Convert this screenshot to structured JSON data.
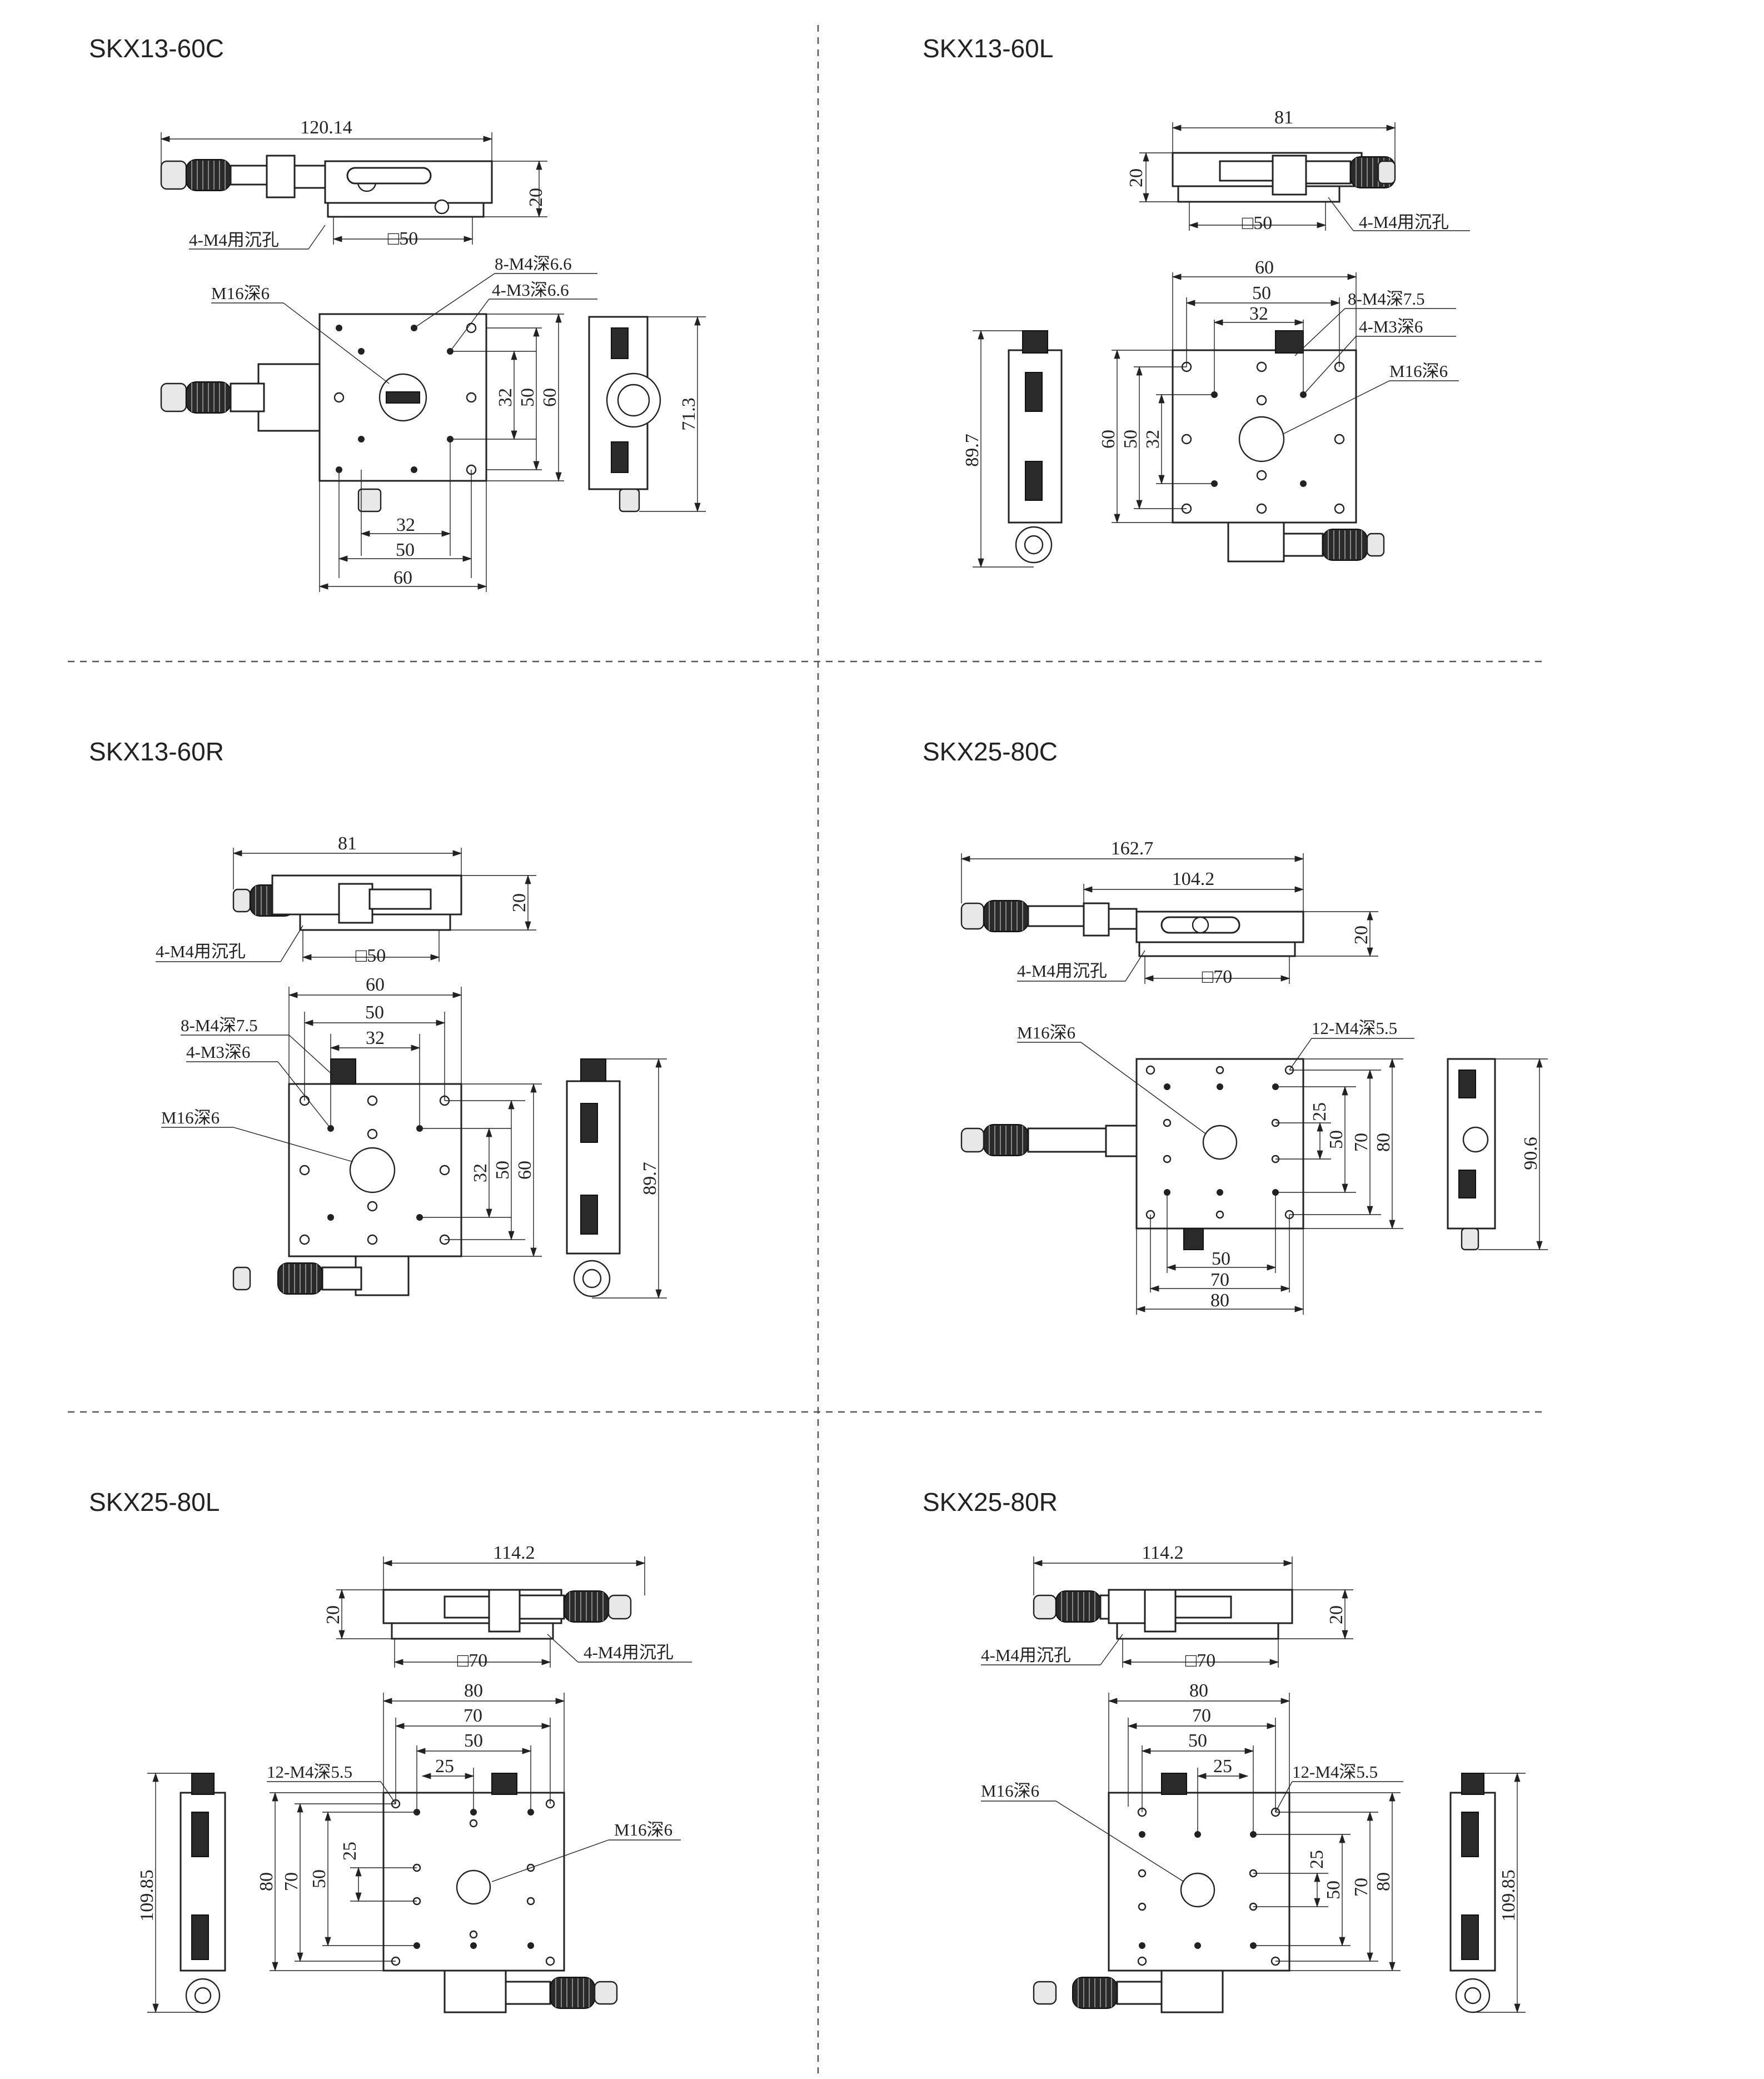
{
  "panels": [
    {
      "title": "SKX13-60C",
      "labels": {
        "overall_width": "120.14",
        "height": "20",
        "mount": "4-M4用沉孔",
        "base": "□50",
        "holes_m4": "8-M4深6.6",
        "holes_m3": "4-M3深6.6",
        "center_hole": "M16深6",
        "h32": "32",
        "h50": "50",
        "h60": "60",
        "w32": "32",
        "w50": "50",
        "w60": "60",
        "side_height": "71.3"
      }
    },
    {
      "title": "SKX13-60L",
      "labels": {
        "overall_width": "81",
        "height": "20",
        "base": "□50",
        "mount": "4-M4用沉孔",
        "w60": "60",
        "w50": "50",
        "w32": "32",
        "holes_m4": "8-M4深7.5",
        "holes_m3": "4-M3深6",
        "center_hole": "M16深6",
        "side_height": "89.7",
        "h60": "60",
        "h50": "50",
        "h32": "32"
      }
    },
    {
      "title": "SKX13-60R",
      "labels": {
        "overall_width": "81",
        "height": "20",
        "mount": "4-M4用沉孔",
        "base": "□50",
        "w60": "60",
        "w50": "50",
        "w32": "32",
        "holes_m4": "8-M4深7.5",
        "holes_m3": "4-M3深6",
        "center_hole": "M16深6",
        "h32": "32",
        "h50": "50",
        "h60": "60",
        "side_height": "89.7"
      }
    },
    {
      "title": "SKX25-80C",
      "labels": {
        "overall_width": "162.7",
        "inner_width": "104.2",
        "height": "20",
        "mount": "4-M4用沉孔",
        "base": "□70",
        "center_hole": "M16深6",
        "holes_m4": "12-M4深5.5",
        "h25": "25",
        "h50": "50",
        "h70": "70",
        "h80": "80",
        "w50": "50",
        "w70": "70",
        "w80": "80",
        "side_height": "90.6"
      }
    },
    {
      "title": "SKX25-80L",
      "labels": {
        "overall_width": "114.2",
        "height": "20",
        "base": "□70",
        "mount": "4-M4用沉孔",
        "w80": "80",
        "w70": "70",
        "w50": "50",
        "w25": "25",
        "holes_m4": "12-M4深5.5",
        "center_hole": "M16深6",
        "side_height": "109.85",
        "h80": "80",
        "h70": "70",
        "h50": "50",
        "h25": "25"
      }
    },
    {
      "title": "SKX25-80R",
      "labels": {
        "overall_width": "114.2",
        "height": "20",
        "mount": "4-M4用沉孔",
        "base": "□70",
        "w80": "80",
        "w70": "70",
        "w50": "50",
        "w25": "25",
        "center_hole": "M16深6",
        "holes_m4": "12-M4深5.5",
        "h25": "25",
        "h50": "50",
        "h70": "70",
        "h80": "80",
        "side_height": "109.85"
      }
    }
  ]
}
